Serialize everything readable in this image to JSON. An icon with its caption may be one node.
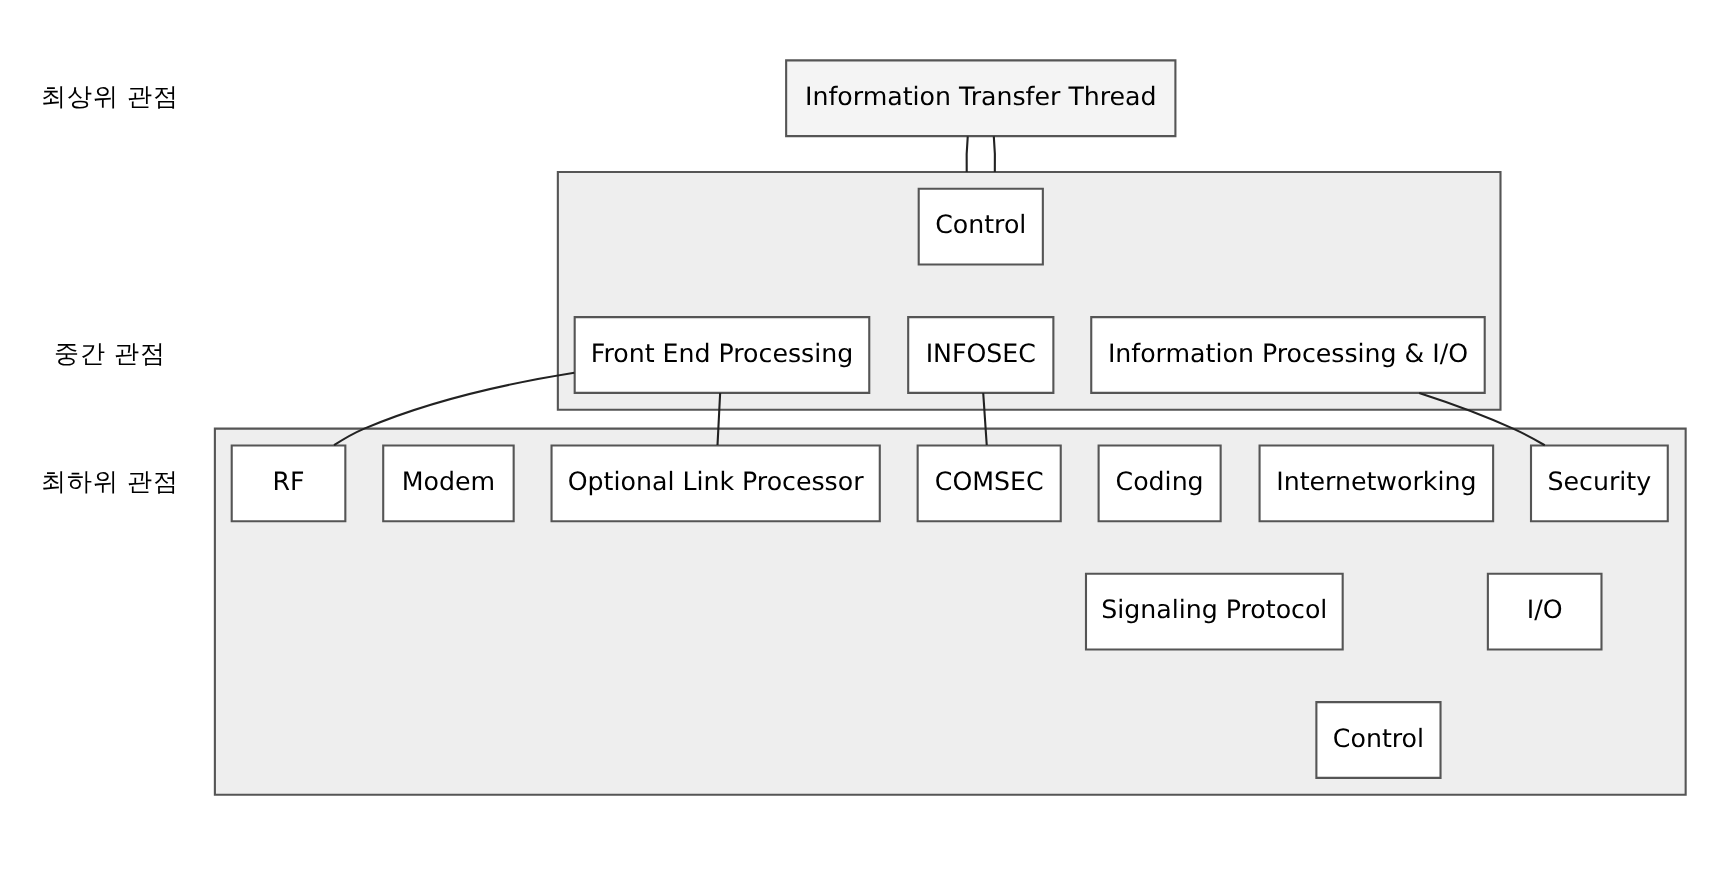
{
  "diagram": {
    "nodes": [
      {
        "text": [
          "Information Transfer Thread"
        ]
      },
      {
        "text": [],
        "shape": "box"
      },
      {
        "text": [
          "Control"
        ],
        "in": 1
      },
      {
        "text": [
          "Front End Processing"
        ],
        "in": 1
      },
      {
        "text": [
          "INFOSEC"
        ],
        "in": 1
      },
      {
        "text": [
          "Information Processing & I/O"
        ],
        "in": 1
      },
      {
        "text": [],
        "shape": "box"
      },
      {
        "text": [
          "RF"
        ],
        "in": 6
      },
      {
        "text": [
          "Modem"
        ],
        "in": 6
      },
      {
        "text": [
          "Optional Link Processor"
        ],
        "in": 6
      },
      {
        "text": [
          "COMSEC"
        ],
        "in": 6
      },
      {
        "text": [
          "Coding"
        ],
        "in": 6
      },
      {
        "text": [
          "Internetworking"
        ],
        "in": 6
      },
      {
        "text": [
          "Security"
        ],
        "in": 6
      },
      {
        "text": [
          "Signaling Protocol"
        ],
        "in": 6
      },
      {
        "text": [
          "I/O"
        ],
        "in": 6
      },
      {
        "text": [
          "Control"
        ],
        "in": 6
      }
    ],
    "edges": [
      {
        "from": 0,
        "to": 1,
        "arrow": "none"
      },
      {
        "from": 0,
        "to": 1,
        "arrow": "none"
      },
      {
        "from": 3,
        "to": 7,
        "arrow": "none"
      },
      {
        "from": 3,
        "to": 9,
        "arrow": "none"
      },
      {
        "from": 4,
        "to": 10,
        "arrow": "none"
      },
      {
        "from": 5,
        "to": 13,
        "arrow": "none"
      }
    ],
    "labels": [
      "최상위 관점",
      "중간 관점",
      "최하위 관점"
    ]
  }
}
